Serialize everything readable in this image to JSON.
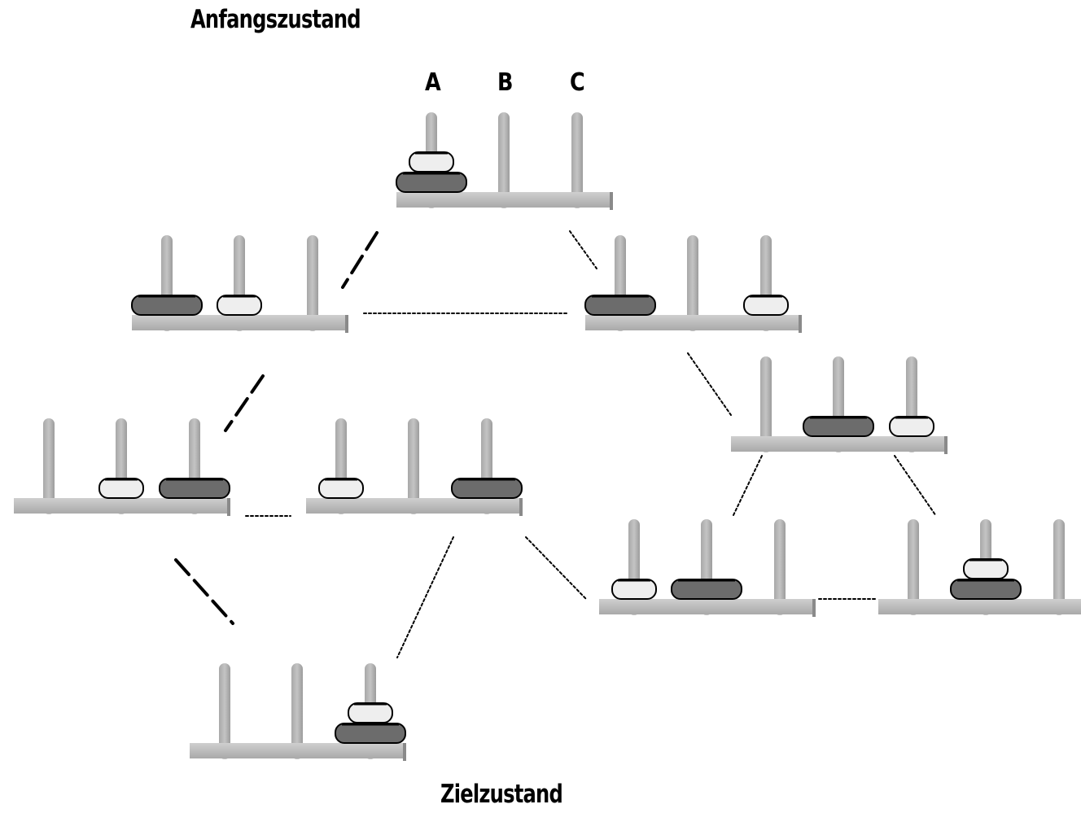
{
  "labels": {
    "start": "Anfangszustand",
    "goal": "Zielzustand",
    "pegs": [
      "A",
      "B",
      "C"
    ]
  },
  "colors": {
    "background": "#ffffff",
    "peg": "#b4b4b4",
    "base": "#b9b9b9",
    "large_disk": "#6c6c6c",
    "small_disk": "#eeeeee",
    "outline": "#000000"
  },
  "states": [
    {
      "id": "start",
      "large": "A",
      "small": "A"
    },
    {
      "id": "large-A-small-B",
      "large": "A",
      "small": "B"
    },
    {
      "id": "large-A-small-C",
      "large": "A",
      "small": "C"
    },
    {
      "id": "small-B-large-C",
      "large": "C",
      "small": "B"
    },
    {
      "id": "small-A-large-C",
      "large": "C",
      "small": "A"
    },
    {
      "id": "large-B-small-C",
      "large": "B",
      "small": "C"
    },
    {
      "id": "small-A-large-B",
      "large": "B",
      "small": "A"
    },
    {
      "id": "large-B-small-B",
      "large": "B",
      "small": "B"
    },
    {
      "id": "goal",
      "large": "C",
      "small": "C"
    }
  ],
  "transitions": [
    {
      "from": "start",
      "to": "large-A-small-B",
      "path": "solution"
    },
    {
      "from": "start",
      "to": "large-A-small-C",
      "path": "other"
    },
    {
      "from": "large-A-small-B",
      "to": "large-A-small-C",
      "path": "other"
    },
    {
      "from": "large-A-small-B",
      "to": "small-B-large-C",
      "path": "solution"
    },
    {
      "from": "small-B-large-C",
      "to": "small-A-large-C",
      "path": "other"
    },
    {
      "from": "small-B-large-C",
      "to": "goal",
      "path": "solution"
    },
    {
      "from": "small-A-large-C",
      "to": "goal",
      "path": "other"
    },
    {
      "from": "small-A-large-C",
      "to": "small-A-large-B",
      "path": "other"
    },
    {
      "from": "large-A-small-C",
      "to": "large-B-small-C",
      "path": "other"
    },
    {
      "from": "large-B-small-C",
      "to": "small-A-large-B",
      "path": "other"
    },
    {
      "from": "large-B-small-C",
      "to": "large-B-small-B",
      "path": "other"
    },
    {
      "from": "small-A-large-B",
      "to": "large-B-small-B",
      "path": "other"
    }
  ]
}
